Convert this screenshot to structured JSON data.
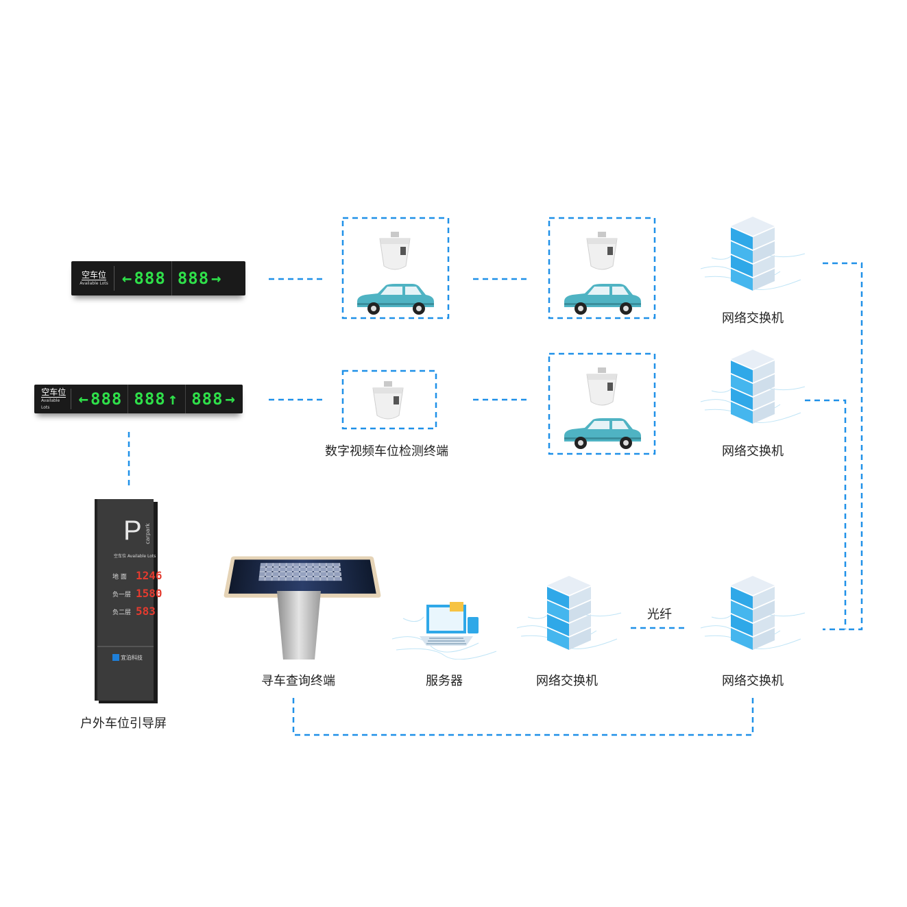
{
  "labels": {
    "switch_top": "网络交换机",
    "switch_mid": "网络交换机",
    "detector": "数字视频车位检测终端",
    "kiosk": "寻车查询终端",
    "server": "服务器",
    "switch_bottom_center": "网络交换机",
    "switch_bottom_right": "网络交换机",
    "fiber": "光纤",
    "pylon": "户外车位引导屏"
  },
  "board1": {
    "title": "空车位",
    "subtitle": "Available Lots",
    "segments": [
      {
        "arrow": "←",
        "number": "888"
      },
      {
        "number": "888",
        "arrow": "→"
      }
    ]
  },
  "board2": {
    "title": "空车位",
    "subtitle": "Available Lots",
    "segments": [
      {
        "arrow": "←",
        "number": "888"
      },
      {
        "number": "888",
        "arrow": "↑"
      },
      {
        "number": "888",
        "arrow": "→"
      }
    ]
  },
  "pylon_sign": {
    "logo": "P",
    "logo_text": "carpark",
    "available": "空车位 Available Lots",
    "rows": [
      {
        "label": "地  面",
        "value": "1246"
      },
      {
        "label": "负一层",
        "value": "1580"
      },
      {
        "label": "负二层",
        "value": "583"
      }
    ],
    "brand": "宜泊科技"
  },
  "colors": {
    "line": "#1e90e8",
    "car": "#4fb3c3",
    "server_blue": "#2fa8e8",
    "led_green": "#2fe04a",
    "led_red": "#e43b2f"
  },
  "icons": [
    "camera-icon",
    "car-icon",
    "server-icon",
    "laptop-icon",
    "folder-icon",
    "phone-icon"
  ]
}
